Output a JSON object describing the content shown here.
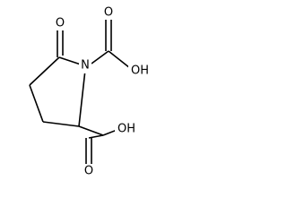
{
  "molecule": {
    "atoms": [
      {
        "id": "O1",
        "label": "O"
      },
      {
        "id": "N",
        "label": "N"
      },
      {
        "id": "O2",
        "label": "O"
      },
      {
        "id": "OH1",
        "label": "OH"
      },
      {
        "id": "OH2",
        "label": "OH"
      },
      {
        "id": "O3",
        "label": "O"
      }
    ]
  }
}
